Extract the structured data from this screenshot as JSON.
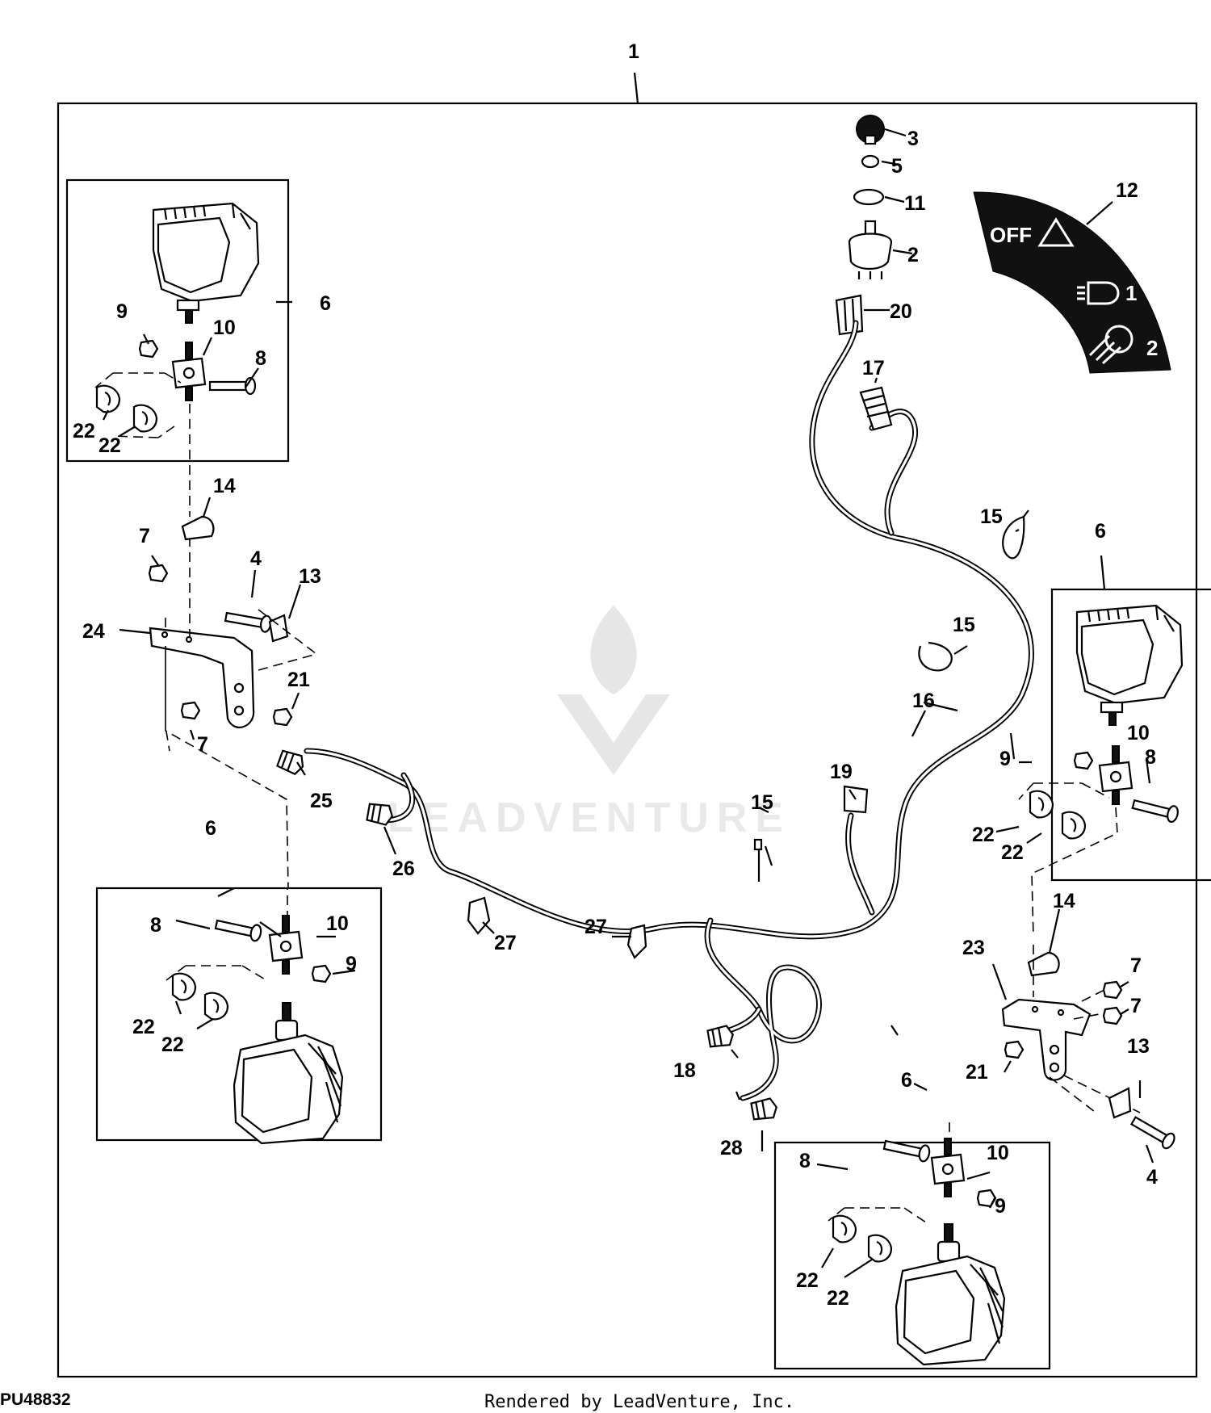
{
  "diagram": {
    "reference_code": "PU48832",
    "footer_text": "Rendered by LeadVenture, Inc.",
    "watermark_text": "LEADVENTURE",
    "switch_plate": {
      "off_label": "OFF",
      "position_1": "1",
      "position_2": "2"
    },
    "callouts": {
      "c1": "1",
      "c2": "2",
      "c3": "3",
      "c4a": "4",
      "c4b": "4",
      "c5": "5",
      "c6a": "6",
      "c6b": "6",
      "c6c": "6",
      "c6d": "6",
      "c7a": "7",
      "c7b": "7",
      "c7c": "7",
      "c7d": "7",
      "c8a": "8",
      "c8b": "8",
      "c8c": "8",
      "c8d": "8",
      "c9a": "9",
      "c9b": "9",
      "c9c": "9",
      "c9d": "9",
      "c10a": "10",
      "c10b": "10",
      "c10c": "10",
      "c10d": "10",
      "c11": "11",
      "c12": "12",
      "c13a": "13",
      "c13b": "13",
      "c14a": "14",
      "c14b": "14",
      "c15a": "15",
      "c15b": "15",
      "c15c": "15",
      "c16": "16",
      "c17": "17",
      "c18": "18",
      "c19": "19",
      "c20": "20",
      "c21a": "21",
      "c21b": "21",
      "c22a": "22",
      "c22b": "22",
      "c22c": "22",
      "c22d": "22",
      "c22e": "22",
      "c22f": "22",
      "c22g": "22",
      "c22h": "22",
      "c23": "23",
      "c24": "24",
      "c25": "25",
      "c26": "26",
      "c27a": "27",
      "c27b": "27",
      "c28": "28"
    }
  }
}
